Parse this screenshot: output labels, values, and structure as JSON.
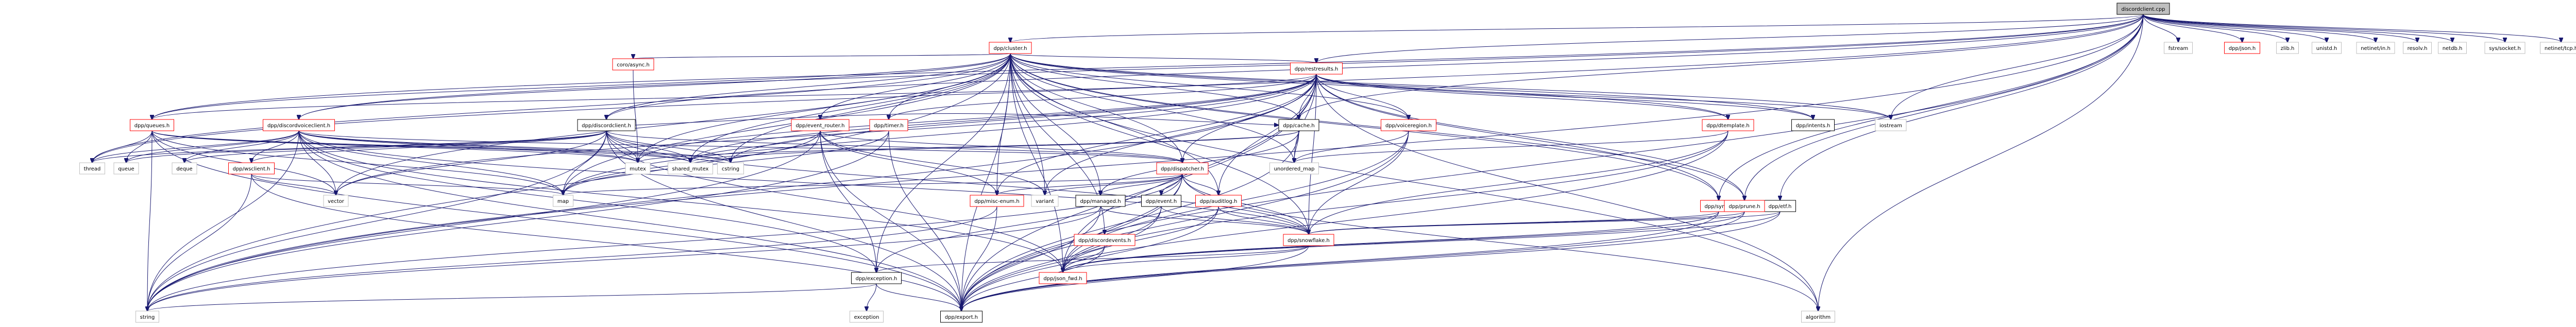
{
  "title": "discordclient.cpp include dependency graph",
  "colors": {
    "edge": "#191970",
    "root_fill": "#bfbfbf",
    "truncated_border": "#ff0000",
    "documented_border": "#000000",
    "system_border": "#bfbfbf"
  },
  "nodes": [
    {
      "id": "root",
      "label": "discordclient.cpp",
      "kind": "root"
    },
    {
      "id": "cluster",
      "label": "dpp/cluster.h",
      "kind": "truncated"
    },
    {
      "id": "fstream",
      "label": "fstream",
      "kind": "system"
    },
    {
      "id": "json",
      "label": "dpp/json.h",
      "kind": "truncated"
    },
    {
      "id": "zlib",
      "label": "zlib.h",
      "kind": "system"
    },
    {
      "id": "unistd",
      "label": "unistd.h",
      "kind": "system"
    },
    {
      "id": "netinet_in",
      "label": "netinet/in.h",
      "kind": "system"
    },
    {
      "id": "resolv",
      "label": "resolv.h",
      "kind": "system"
    },
    {
      "id": "netdb",
      "label": "netdb.h",
      "kind": "system"
    },
    {
      "id": "sys_socket",
      "label": "sys/socket.h",
      "kind": "system"
    },
    {
      "id": "netinet_tcp",
      "label": "netinet/tcp.h",
      "kind": "system"
    },
    {
      "id": "coro_async",
      "label": "coro/async.h",
      "kind": "truncated"
    },
    {
      "id": "restresults",
      "label": "dpp/restresults.h",
      "kind": "truncated"
    },
    {
      "id": "queues",
      "label": "dpp/queues.h",
      "kind": "truncated"
    },
    {
      "id": "discordvoiceclient",
      "label": "dpp/discordvoiceclient.h",
      "kind": "truncated"
    },
    {
      "id": "discordclient",
      "label": "dpp/discordclient.h",
      "kind": "documented"
    },
    {
      "id": "event_router",
      "label": "dpp/event_router.h",
      "kind": "truncated"
    },
    {
      "id": "timer",
      "label": "dpp/timer.h",
      "kind": "truncated"
    },
    {
      "id": "cache",
      "label": "dpp/cache.h",
      "kind": "documented"
    },
    {
      "id": "voiceregion",
      "label": "dpp/voiceregion.h",
      "kind": "truncated"
    },
    {
      "id": "dtemplate",
      "label": "dpp/dtemplate.h",
      "kind": "truncated"
    },
    {
      "id": "intents",
      "label": "dpp/intents.h",
      "kind": "documented"
    },
    {
      "id": "iostream",
      "label": "iostream",
      "kind": "system"
    },
    {
      "id": "thread",
      "label": "thread",
      "kind": "system"
    },
    {
      "id": "queue",
      "label": "queue",
      "kind": "system"
    },
    {
      "id": "deque",
      "label": "deque",
      "kind": "system"
    },
    {
      "id": "wsclient",
      "label": "dpp/wsclient.h",
      "kind": "truncated"
    },
    {
      "id": "mutex",
      "label": "mutex",
      "kind": "system"
    },
    {
      "id": "shared_mutex",
      "label": "shared_mutex",
      "kind": "system"
    },
    {
      "id": "cstring",
      "label": "cstring",
      "kind": "system"
    },
    {
      "id": "dispatcher",
      "label": "dpp/dispatcher.h",
      "kind": "truncated"
    },
    {
      "id": "unordered_map",
      "label": "unordered_map",
      "kind": "system"
    },
    {
      "id": "ettf",
      "label": "dpp/etf.h",
      "kind": "documented"
    },
    {
      "id": "sync",
      "label": "dpp/sync.h",
      "kind": "truncated"
    },
    {
      "id": "prune",
      "label": "dpp/prune.h",
      "kind": "truncated"
    },
    {
      "id": "vector",
      "label": "vector",
      "kind": "system"
    },
    {
      "id": "map",
      "label": "map",
      "kind": "system"
    },
    {
      "id": "misc_enum",
      "label": "dpp/misc-enum.h",
      "kind": "truncated"
    },
    {
      "id": "variant",
      "label": "variant",
      "kind": "system"
    },
    {
      "id": "managed",
      "label": "dpp/managed.h",
      "kind": "documented"
    },
    {
      "id": "event",
      "label": "dpp/event.h",
      "kind": "documented"
    },
    {
      "id": "auditlog",
      "label": "dpp/auditlog.h",
      "kind": "truncated"
    },
    {
      "id": "discordevents",
      "label": "dpp/discordevents.h",
      "kind": "truncated"
    },
    {
      "id": "snowflake",
      "label": "dpp/snowflake.h",
      "kind": "truncated"
    },
    {
      "id": "exception",
      "label": "dpp/exception.h",
      "kind": "documented"
    },
    {
      "id": "json_fwd",
      "label": "dpp/json_fwd.h",
      "kind": "truncated"
    },
    {
      "id": "string",
      "label": "string",
      "kind": "system"
    },
    {
      "id": "std_exception",
      "label": "exception",
      "kind": "system"
    },
    {
      "id": "export",
      "label": "dpp/export.h",
      "kind": "documented"
    },
    {
      "id": "algorithm",
      "label": "algorithm",
      "kind": "system"
    }
  ],
  "edges": [
    [
      "root",
      "cluster"
    ],
    [
      "root",
      "fstream"
    ],
    [
      "root",
      "json"
    ],
    [
      "root",
      "zlib"
    ],
    [
      "root",
      "unistd"
    ],
    [
      "root",
      "netinet_in"
    ],
    [
      "root",
      "resolv"
    ],
    [
      "root",
      "netdb"
    ],
    [
      "root",
      "sys_socket"
    ],
    [
      "root",
      "netinet_tcp"
    ],
    [
      "root",
      "discordclient"
    ],
    [
      "root",
      "discordvoiceclient"
    ],
    [
      "root",
      "queues"
    ],
    [
      "root",
      "cache"
    ],
    [
      "root",
      "restresults"
    ],
    [
      "root",
      "iostream"
    ],
    [
      "root",
      "string"
    ],
    [
      "root",
      "export"
    ],
    [
      "root",
      "algorithm"
    ],
    [
      "root",
      "thread"
    ],
    [
      "root",
      "sync"
    ],
    [
      "root",
      "prune"
    ],
    [
      "root",
      "ettf"
    ],
    [
      "cluster",
      "coro_async"
    ],
    [
      "cluster",
      "restresults"
    ],
    [
      "cluster",
      "discordclient"
    ],
    [
      "cluster",
      "discordvoiceclient"
    ],
    [
      "cluster",
      "queues"
    ],
    [
      "cluster",
      "event_router"
    ],
    [
      "cluster",
      "timer"
    ],
    [
      "cluster",
      "cache"
    ],
    [
      "cluster",
      "dtemplate"
    ],
    [
      "cluster",
      "intents"
    ],
    [
      "cluster",
      "voiceregion"
    ],
    [
      "cluster",
      "dispatcher"
    ],
    [
      "cluster",
      "misc_enum"
    ],
    [
      "cluster",
      "snowflake"
    ],
    [
      "cluster",
      "export"
    ],
    [
      "cluster",
      "string"
    ],
    [
      "cluster",
      "map"
    ],
    [
      "cluster",
      "vector"
    ],
    [
      "cluster",
      "variant"
    ],
    [
      "cluster",
      "thread"
    ],
    [
      "cluster",
      "mutex"
    ],
    [
      "cluster",
      "shared_mutex"
    ],
    [
      "cluster",
      "cstring"
    ],
    [
      "cluster",
      "exception"
    ],
    [
      "cluster",
      "json_fwd"
    ],
    [
      "cluster",
      "iostream"
    ],
    [
      "cluster",
      "algorithm"
    ],
    [
      "cluster",
      "unordered_map"
    ],
    [
      "cluster",
      "managed"
    ],
    [
      "cluster",
      "discordevents"
    ],
    [
      "cluster",
      "auditlog"
    ],
    [
      "cluster",
      "sync"
    ],
    [
      "cluster",
      "prune"
    ],
    [
      "coro_async",
      "mutex"
    ],
    [
      "restresults",
      "cache"
    ],
    [
      "restresults",
      "voiceregion"
    ],
    [
      "restresults",
      "dtemplate"
    ],
    [
      "restresults",
      "intents"
    ],
    [
      "restresults",
      "iostream"
    ],
    [
      "restresults",
      "queues"
    ],
    [
      "restresults",
      "dispatcher"
    ],
    [
      "restresults",
      "timer"
    ],
    [
      "restresults",
      "map"
    ],
    [
      "restresults",
      "string"
    ],
    [
      "restresults",
      "vector"
    ],
    [
      "restresults",
      "variant"
    ],
    [
      "restresults",
      "cstring"
    ],
    [
      "restresults",
      "shared_mutex"
    ],
    [
      "restresults",
      "snowflake"
    ],
    [
      "restresults",
      "export"
    ],
    [
      "restresults",
      "json_fwd"
    ],
    [
      "restresults",
      "auditlog"
    ],
    [
      "restresults",
      "sync"
    ],
    [
      "restresults",
      "prune"
    ],
    [
      "restresults",
      "algorithm"
    ],
    [
      "restresults",
      "misc_enum"
    ],
    [
      "restresults",
      "unordered_map"
    ],
    [
      "restresults",
      "mutex"
    ],
    [
      "queues",
      "thread"
    ],
    [
      "queues",
      "queue"
    ],
    [
      "queues",
      "mutex"
    ],
    [
      "queues",
      "shared_mutex"
    ],
    [
      "queues",
      "map"
    ],
    [
      "queues",
      "vector"
    ],
    [
      "queues",
      "string"
    ],
    [
      "queues",
      "export"
    ],
    [
      "queues",
      "cstring"
    ],
    [
      "discordvoiceclient",
      "thread"
    ],
    [
      "discordvoiceclient",
      "queue"
    ],
    [
      "discordvoiceclient",
      "deque"
    ],
    [
      "discordvoiceclient",
      "wsclient"
    ],
    [
      "discordvoiceclient",
      "mutex"
    ],
    [
      "discordvoiceclient",
      "shared_mutex"
    ],
    [
      "discordvoiceclient",
      "map"
    ],
    [
      "discordvoiceclient",
      "vector"
    ],
    [
      "discordvoiceclient",
      "string"
    ],
    [
      "discordvoiceclient",
      "export"
    ],
    [
      "discordvoiceclient",
      "snowflake"
    ],
    [
      "discordvoiceclient",
      "json_fwd"
    ],
    [
      "discordvoiceclient",
      "dispatcher"
    ],
    [
      "discordvoiceclient",
      "cstring"
    ],
    [
      "discordvoiceclient",
      "exception"
    ],
    [
      "discordclient",
      "thread"
    ],
    [
      "discordclient",
      "queue"
    ],
    [
      "discordclient",
      "deque"
    ],
    [
      "discordclient",
      "wsclient"
    ],
    [
      "discordclient",
      "mutex"
    ],
    [
      "discordclient",
      "shared_mutex"
    ],
    [
      "discordclient",
      "map"
    ],
    [
      "discordclient",
      "vector"
    ],
    [
      "discordclient",
      "string"
    ],
    [
      "discordclient",
      "export"
    ],
    [
      "discordclient",
      "dispatcher"
    ],
    [
      "discordclient",
      "cstring"
    ],
    [
      "discordclient",
      "cache"
    ],
    [
      "discordclient",
      "json_fwd"
    ],
    [
      "discordclient",
      "snowflake"
    ],
    [
      "event_router",
      "dispatcher"
    ],
    [
      "event_router",
      "map"
    ],
    [
      "event_router",
      "variant"
    ],
    [
      "event_router",
      "string"
    ],
    [
      "event_router",
      "export"
    ],
    [
      "event_router",
      "exception"
    ],
    [
      "event_router",
      "shared_mutex"
    ],
    [
      "event_router",
      "misc_enum"
    ],
    [
      "timer",
      "map"
    ],
    [
      "timer",
      "export"
    ],
    [
      "timer",
      "string"
    ],
    [
      "cache",
      "mutex"
    ],
    [
      "cache",
      "shared_mutex"
    ],
    [
      "cache",
      "unordered_map"
    ],
    [
      "cache",
      "managed"
    ],
    [
      "cache",
      "export"
    ],
    [
      "voiceregion",
      "unordered_map"
    ],
    [
      "voiceregion",
      "json_fwd"
    ],
    [
      "voiceregion",
      "export"
    ],
    [
      "voiceregion",
      "snowflake"
    ],
    [
      "dtemplate",
      "snowflake"
    ],
    [
      "dtemplate",
      "json_fwd"
    ],
    [
      "dtemplate",
      "export"
    ],
    [
      "dtemplate",
      "unordered_map"
    ],
    [
      "wsclient",
      "vector"
    ],
    [
      "wsclient",
      "string"
    ],
    [
      "wsclient",
      "export"
    ],
    [
      "wsclient",
      "map"
    ],
    [
      "dispatcher",
      "variant"
    ],
    [
      "dispatcher",
      "managed"
    ],
    [
      "dispatcher",
      "event"
    ],
    [
      "dispatcher",
      "auditlog"
    ],
    [
      "dispatcher",
      "misc_enum"
    ],
    [
      "dispatcher",
      "string"
    ],
    [
      "dispatcher",
      "export"
    ],
    [
      "dispatcher",
      "snowflake"
    ],
    [
      "dispatcher",
      "json_fwd"
    ],
    [
      "dispatcher",
      "algorithm"
    ],
    [
      "dispatcher",
      "map"
    ],
    [
      "dispatcher",
      "exception"
    ],
    [
      "ettf",
      "snowflake"
    ],
    [
      "ettf",
      "export"
    ],
    [
      "ettf",
      "json_fwd"
    ],
    [
      "sync",
      "snowflake"
    ],
    [
      "sync",
      "export"
    ],
    [
      "sync",
      "json_fwd"
    ],
    [
      "prune",
      "snowflake"
    ],
    [
      "prune",
      "export"
    ],
    [
      "prune",
      "json_fwd"
    ],
    [
      "misc_enum",
      "export"
    ],
    [
      "misc_enum",
      "string"
    ],
    [
      "managed",
      "snowflake"
    ],
    [
      "managed",
      "export"
    ],
    [
      "managed",
      "string"
    ],
    [
      "event",
      "snowflake"
    ],
    [
      "event",
      "export"
    ],
    [
      "event",
      "json_fwd"
    ],
    [
      "auditlog",
      "snowflake"
    ],
    [
      "auditlog",
      "export"
    ],
    [
      "auditlog",
      "json_fwd"
    ],
    [
      "discordevents",
      "export"
    ],
    [
      "discordevents",
      "json_fwd"
    ],
    [
      "snowflake",
      "export"
    ],
    [
      "snowflake",
      "json_fwd"
    ],
    [
      "snowflake",
      "exception"
    ],
    [
      "exception",
      "export"
    ],
    [
      "exception",
      "std_exception"
    ],
    [
      "exception",
      "string"
    ]
  ]
}
